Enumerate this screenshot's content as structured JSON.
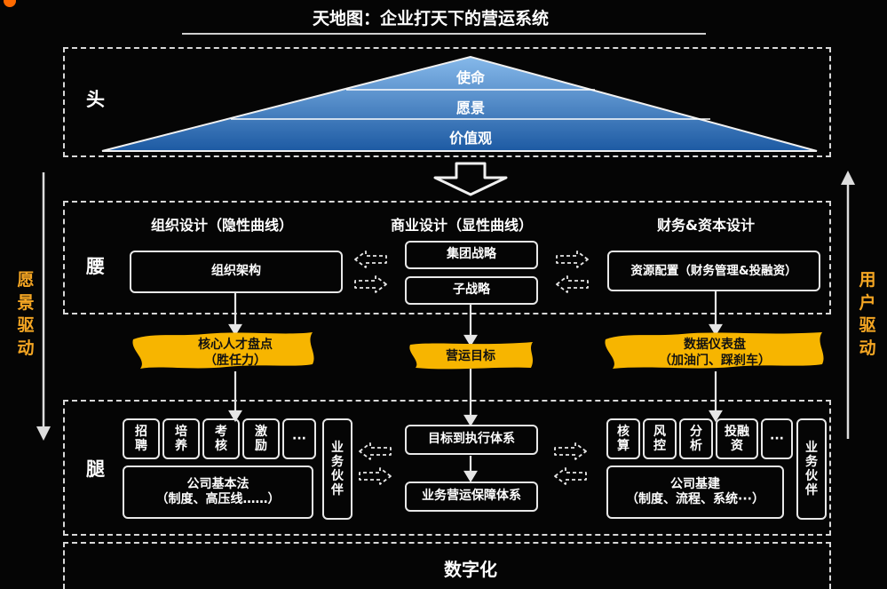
{
  "header": {
    "title": "天地图：企业打天下的营运系统"
  },
  "pyramid": {
    "label": "头",
    "tiers": [
      "使命",
      "愿景",
      "价值观"
    ]
  },
  "sides": {
    "left": "愿景驱动",
    "right": "用户驱动"
  },
  "waist": {
    "label": "腰",
    "org": {
      "title": "组织设计（隐性曲线）",
      "box": "组织架构"
    },
    "biz": {
      "title": "商业设计（显性曲线）",
      "boxes": [
        "集团战略",
        "子战略"
      ]
    },
    "fin": {
      "title": "财务&资本设计",
      "box": "资源配置（财务管理&投融资）"
    }
  },
  "banners": {
    "talent": [
      "核心人才盘点",
      "（胜任力）"
    ],
    "goal": "营运目标",
    "dash": [
      "数据仪表盘",
      "（加油门、踩刹车）"
    ]
  },
  "legs": {
    "label": "腿",
    "left_items": [
      "招聘",
      "培养",
      "考核",
      "激励",
      "···"
    ],
    "left_partner": "业务伙伴",
    "left_law": [
      "公司基本法",
      "（制度、高压线……）"
    ],
    "center_boxes": [
      "目标到执行体系",
      "业务营运保障体系"
    ],
    "right_items": [
      "核算",
      "风控",
      "分析",
      "投融资",
      "···"
    ],
    "right_partner": "业务伙伴",
    "right_base": [
      "公司基建",
      "（制度、流程、系统···）"
    ]
  },
  "footer": {
    "label": "数字化"
  },
  "colors": {
    "accent": "#f5a623",
    "banner": "#f7b500",
    "pyramid_top": "#7fb6e8",
    "pyramid_bottom": "#1f5fa8"
  }
}
